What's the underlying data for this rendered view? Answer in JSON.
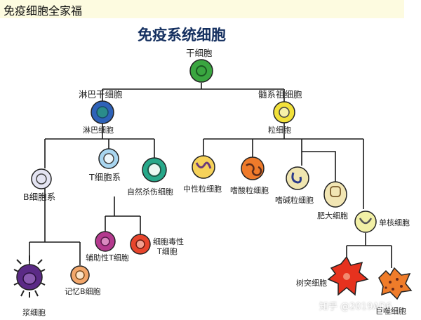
{
  "header": {
    "title": "免疫细胞全家福"
  },
  "diagram": {
    "title": "免疫系统细胞",
    "labels": {
      "stem": "干细胞",
      "lymphoid_stem": "淋巴干细胞",
      "myeloid_stem": "髓系祖细胞",
      "lymphocyte": "淋巴细胞",
      "granulocyte": "粒细胞",
      "b_cell": "B细胞系",
      "t_cell": "T细胞系",
      "nk_cell": "自然杀伤细胞",
      "neutrophil": "中性粒细胞",
      "eosinophil": "嗜酸粒细胞",
      "basophil": "嗜碱粒细胞",
      "mast_cell": "肥大细胞",
      "monocyte": "单核细胞",
      "helper_t": "辅助性T细胞",
      "cytotoxic_t_1": "细胞毒性",
      "cytotoxic_t_2": "T细胞",
      "plasma_cell": "浆细胞",
      "memory_b": "记忆B细胞",
      "dendritic": "树突细胞",
      "macrophage": "巨噬细胞"
    }
  },
  "watermark": "知乎 @2019AD6",
  "colors": {
    "line": "#1a1a1a",
    "title": "#153060",
    "stem": "#3aa640",
    "lymphoid_stem": "#2e62b8",
    "myeloid_stem": "#f2e13a",
    "b_cell": "#e4e4f2",
    "t_cell": "#a9d6f0",
    "nk_cell": "#27a88a",
    "neutrophil": "#f6d25a",
    "eosinophil": "#ef7b2b",
    "basophil": "#efe5b0",
    "mast_cell": "#f2e6b4",
    "monocyte": "#f2f0a6",
    "helper_t": "#b43a8e",
    "cytotoxic_t": "#e8452c",
    "plasma_cell": "#5b2a86",
    "memory_b": "#f2a66a",
    "dendritic": "#e6321e",
    "macrophage": "#ef7c2a"
  }
}
